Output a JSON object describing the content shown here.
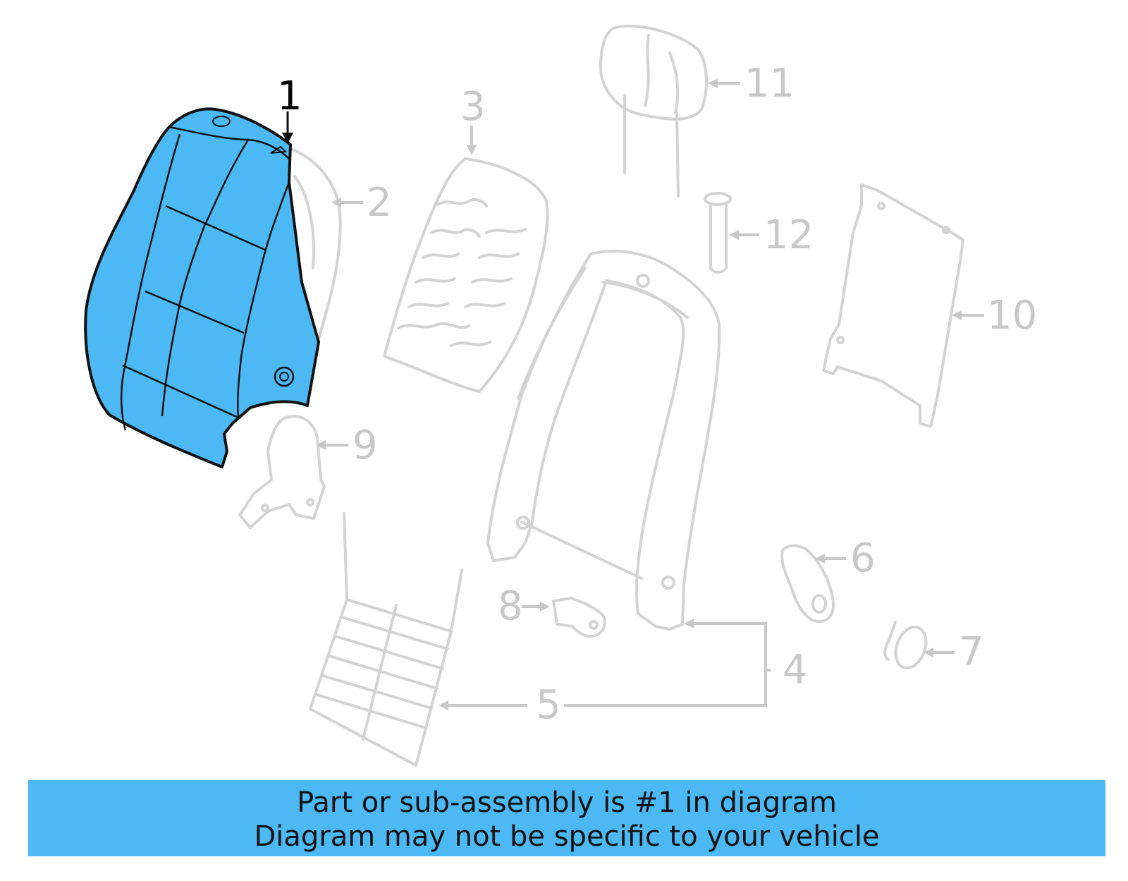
{
  "diagram": {
    "highlighted_callout": "1",
    "callouts": {
      "c1": "1",
      "c2": "2",
      "c3": "3",
      "c4": "4",
      "c5": "5",
      "c6": "6",
      "c7": "7",
      "c8": "8",
      "c9": "9",
      "c10": "10",
      "c11": "11",
      "c12": "12"
    },
    "colors": {
      "highlight": "#4cb9f5",
      "faded_part": "#d3d3d3",
      "banner": "#4cb9f5"
    }
  },
  "banner": {
    "line1": "Part or sub-assembly is #1 in diagram",
    "line2": "Diagram may not be specific to your vehicle"
  }
}
